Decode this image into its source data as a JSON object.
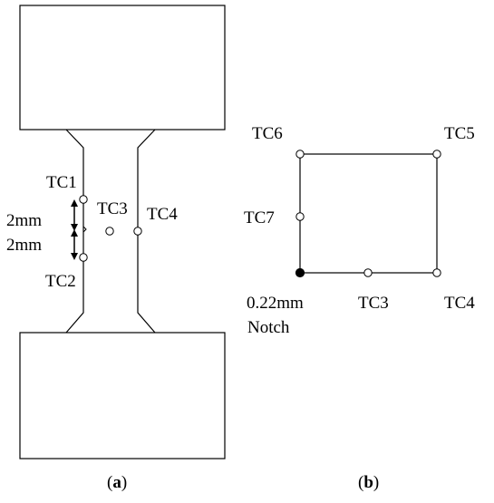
{
  "panel_a": {
    "caption_open": "(",
    "caption_letter": "a",
    "caption_close": ")",
    "labels": {
      "tc1": "TC1",
      "tc2": "TC2",
      "tc3": "TC3",
      "tc4": "TC4",
      "dim_upper": "2mm",
      "dim_lower": "2mm"
    }
  },
  "panel_b": {
    "caption_open": "(",
    "caption_letter": "b",
    "caption_close": ")",
    "labels": {
      "tc3": "TC3",
      "tc4": "TC4",
      "tc5": "TC5",
      "tc6": "TC6",
      "tc7": "TC7",
      "notch_line1": "0.22mm",
      "notch_line2": "Notch"
    }
  }
}
